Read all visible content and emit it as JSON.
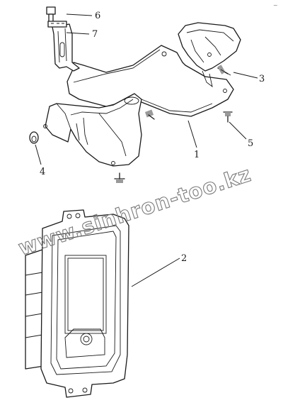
{
  "diagram": {
    "callouts": [
      {
        "id": "1",
        "text": "1"
      },
      {
        "id": "2",
        "text": "2"
      },
      {
        "id": "3",
        "text": "3"
      },
      {
        "id": "4",
        "text": "4"
      },
      {
        "id": "5",
        "text": "5"
      },
      {
        "id": "6",
        "text": "6"
      },
      {
        "id": "7",
        "text": "7"
      }
    ],
    "watermark": "www.sinhron-too.kz",
    "corner_mark": "~"
  }
}
